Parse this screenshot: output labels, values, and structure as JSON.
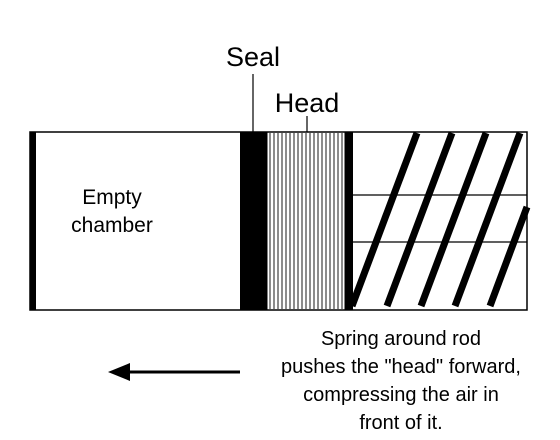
{
  "labels": {
    "seal": "Seal",
    "head": "Head",
    "empty_chamber": [
      "Empty",
      "chamber"
    ],
    "spring_caption": [
      "Spring around rod",
      "pushes the \"head\" forward,",
      "compressing the air in",
      "front of it."
    ]
  },
  "colors": {
    "line": "#000000",
    "background": "#ffffff"
  },
  "icons": {
    "direction_arrow": "left-arrow"
  }
}
